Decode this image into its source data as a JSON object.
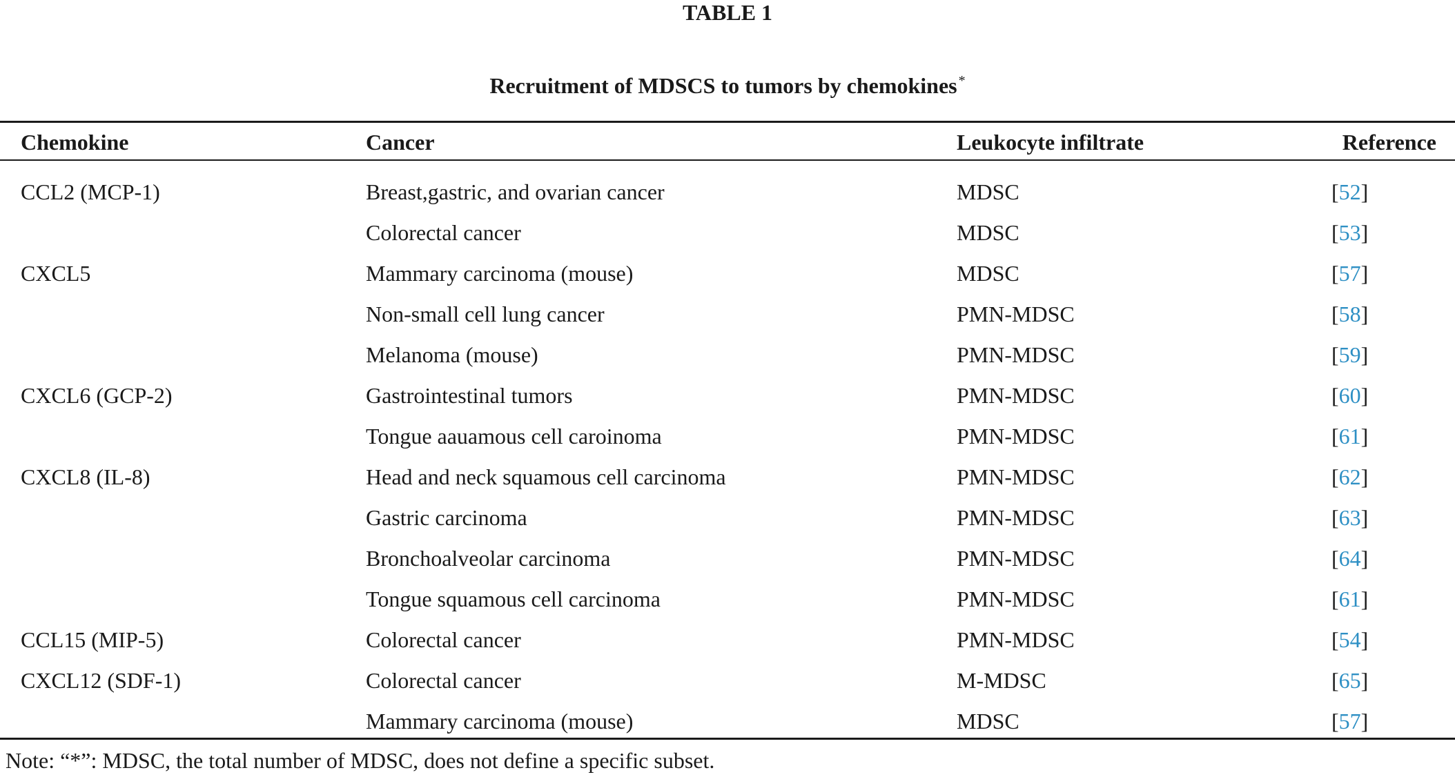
{
  "table": {
    "label": "TABLE 1",
    "caption": "Recruitment of MDSCS to tumors by chemokines",
    "caption_mark": "*",
    "columns": [
      "Chemokine",
      "Cancer",
      "Leukocyte infiltrate",
      "Reference"
    ],
    "rows": [
      {
        "chemokine": "CCL2 (MCP-1)",
        "cancer": "Breast,gastric, and ovarian cancer",
        "infiltrate": "MDSC",
        "ref": "52"
      },
      {
        "chemokine": "",
        "cancer": "Colorectal cancer",
        "infiltrate": "MDSC",
        "ref": "53"
      },
      {
        "chemokine": "CXCL5",
        "cancer": "Mammary carcinoma (mouse)",
        "infiltrate": "MDSC",
        "ref": "57"
      },
      {
        "chemokine": "",
        "cancer": "Non-small cell lung cancer",
        "infiltrate": "PMN-MDSC",
        "ref": "58"
      },
      {
        "chemokine": "",
        "cancer": "Melanoma (mouse)",
        "infiltrate": "PMN-MDSC",
        "ref": "59"
      },
      {
        "chemokine": "CXCL6 (GCP-2)",
        "cancer": "Gastrointestinal tumors",
        "infiltrate": "PMN-MDSC",
        "ref": "60"
      },
      {
        "chemokine": "",
        "cancer": "Tongue aauamous cell caroinoma",
        "infiltrate": "PMN-MDSC",
        "ref": "61"
      },
      {
        "chemokine": "CXCL8 (IL-8)",
        "cancer": "Head and neck squamous cell carcinoma",
        "infiltrate": "PMN-MDSC",
        "ref": "62"
      },
      {
        "chemokine": "",
        "cancer": "Gastric carcinoma",
        "infiltrate": "PMN-MDSC",
        "ref": "63"
      },
      {
        "chemokine": "",
        "cancer": "Bronchoalveolar carcinoma",
        "infiltrate": "PMN-MDSC",
        "ref": "64"
      },
      {
        "chemokine": "",
        "cancer": "Tongue squamous cell carcinoma",
        "infiltrate": "PMN-MDSC",
        "ref": "61"
      },
      {
        "chemokine": "CCL15 (MIP-5)",
        "cancer": "Colorectal cancer",
        "infiltrate": "PMN-MDSC",
        "ref": "54"
      },
      {
        "chemokine": "CXCL12 (SDF-1)",
        "cancer": "Colorectal cancer",
        "infiltrate": "M-MDSC",
        "ref": "65"
      },
      {
        "chemokine": "",
        "cancer": "Mammary carcinoma (mouse)",
        "infiltrate": "MDSC",
        "ref": "57"
      }
    ],
    "note": "Note: “*”: MDSC, the total number of MDSC, does not define a specific subset."
  },
  "colors": {
    "text": "#1a1a1a",
    "reference_link": "#2d8fc4"
  }
}
